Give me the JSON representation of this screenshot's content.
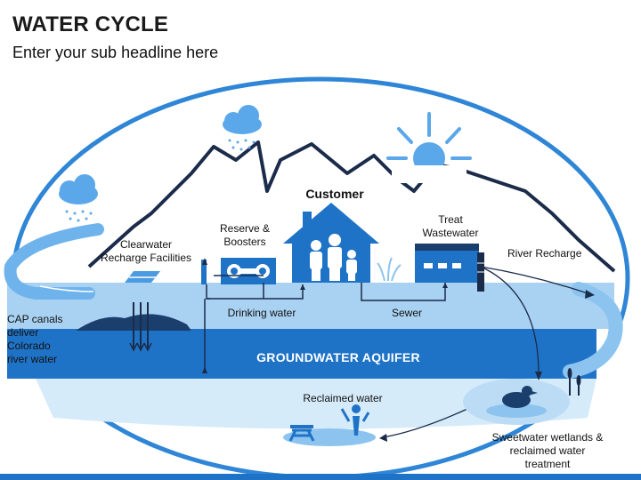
{
  "header": {
    "title": "WATER CYCLE",
    "subtitle": "Enter your sub headline here"
  },
  "labels": {
    "customer": "Customer",
    "clearwater": "Clearwater\nRecharge Facilities",
    "reserve": "Reserve &\nBoosters",
    "treat": "Treat\nWastewater",
    "river_recharge": "River Recharge",
    "cap_canals": "CAP canals\ndeliver\nColorado\nriver water",
    "drinking_water": "Drinking water",
    "sewer": "Sewer",
    "groundwater": "GROUNDWATER AQUIFER",
    "reclaimed": "Reclaimed water",
    "sweetwater": "Sweetwater wetlands &\nreclaimed water\ntreatment"
  },
  "colors": {
    "primary_blue": "#1f73c7",
    "light_blue": "#a9d2f2",
    "mid_blue": "#4a9be0",
    "dark_navy": "#1b2b4a",
    "sun_blue": "#5aa8ea"
  }
}
